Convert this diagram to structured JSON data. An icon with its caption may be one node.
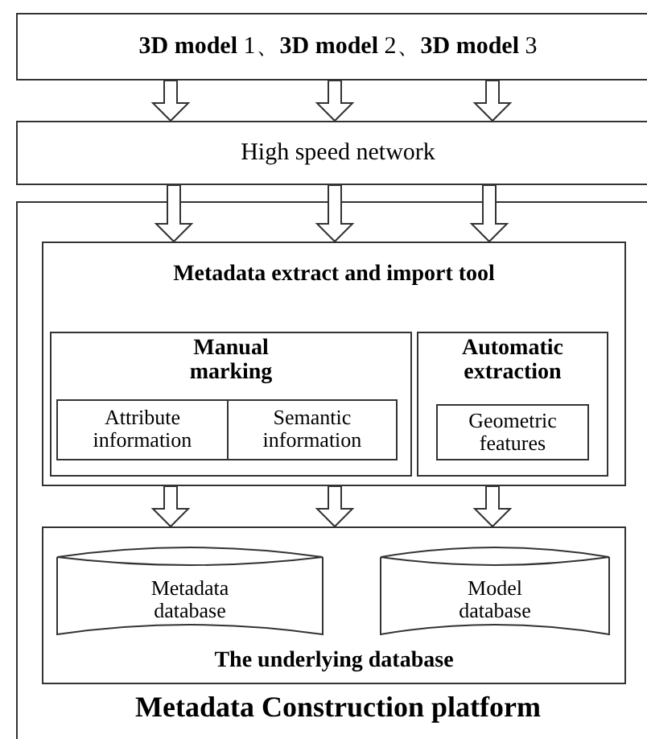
{
  "diagram": {
    "nodes": [
      {
        "text": [
          "**3D model** 1、**3D model** 2、**3D model** 3"
        ]
      },
      {
        "text": [
          "High speed network"
        ]
      },
      {
        "text": [
          "Metadata Construction platform"
        ]
      },
      {
        "text": [
          "Metadata extract and import tool"
        ],
        "in": 2
      },
      {
        "text": [
          "Manual marking"
        ],
        "in": 3
      },
      {
        "text": [
          "Attribute information"
        ],
        "in": 4
      },
      {
        "text": [
          "Semantic information"
        ],
        "in": 4
      },
      {
        "text": [
          "Automatic extraction"
        ],
        "in": 3
      },
      {
        "text": [
          "Geometric features"
        ],
        "in": 7
      },
      {
        "text": [
          "The underlying database"
        ],
        "in": 2
      },
      {
        "text": [
          "Metadata database"
        ],
        "in": 9
      },
      {
        "text": [
          "Model database"
        ],
        "in": 9
      }
    ],
    "edges": [
      {
        "from": 0,
        "to": 1,
        "arrow": "to"
      },
      {
        "from": 0,
        "to": 1,
        "arrow": "to"
      },
      {
        "from": 0,
        "to": 1,
        "arrow": "to"
      },
      {
        "from": 1,
        "to": 3,
        "arrow": "to"
      },
      {
        "from": 1,
        "to": 3,
        "arrow": "to"
      },
      {
        "from": 1,
        "to": 3,
        "arrow": "to"
      },
      {
        "from": 3,
        "to": 9,
        "arrow": "to"
      },
      {
        "from": 3,
        "to": 9,
        "arrow": "to"
      },
      {
        "from": 3,
        "to": 9,
        "arrow": "to"
      }
    ]
  }
}
